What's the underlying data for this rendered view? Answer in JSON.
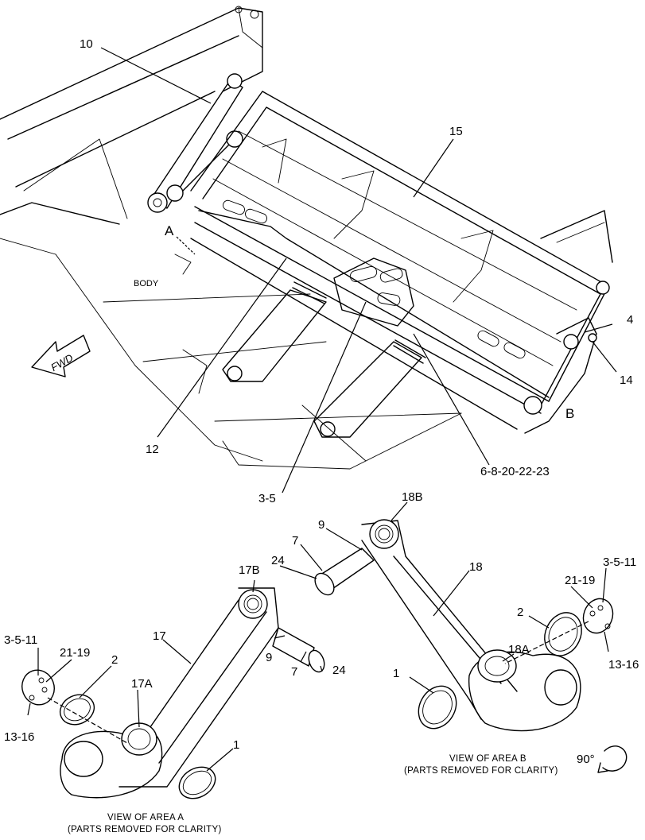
{
  "callouts": {
    "c10": "10",
    "c15": "15",
    "cA": "A",
    "cB": "B",
    "c4": "4",
    "c14": "14",
    "c12": "12",
    "c3_5": "3-5",
    "c6_8": "6-8-20-22-23",
    "a_17B": "17B",
    "a_17": "17",
    "a_3_5_11": "3-5-11",
    "a_21_19": "21-19",
    "a_2": "2",
    "a_17A": "17A",
    "a_9": "9",
    "a_7": "7",
    "a_24": "24",
    "a_13_16": "13-16",
    "a_1": "1",
    "b_18B": "18B",
    "b_9": "9",
    "b_7": "7",
    "b_24": "24",
    "b_18": "18",
    "b_3_5_11": "3-5-11",
    "b_21_19": "21-19",
    "b_2": "2",
    "b_18A": "18A",
    "b_1": "1",
    "b_13_16": "13-16"
  },
  "labels": {
    "body": "BODY",
    "fwd": "FWD",
    "rotation": "90°"
  },
  "captions": {
    "area_a_line1": "VIEW OF AREA  A",
    "area_a_line2": "(PARTS REMOVED FOR CLARITY)",
    "area_b_line1": "VIEW OF AREA  B",
    "area_b_line2": "(PARTS REMOVED FOR CLARITY)"
  }
}
